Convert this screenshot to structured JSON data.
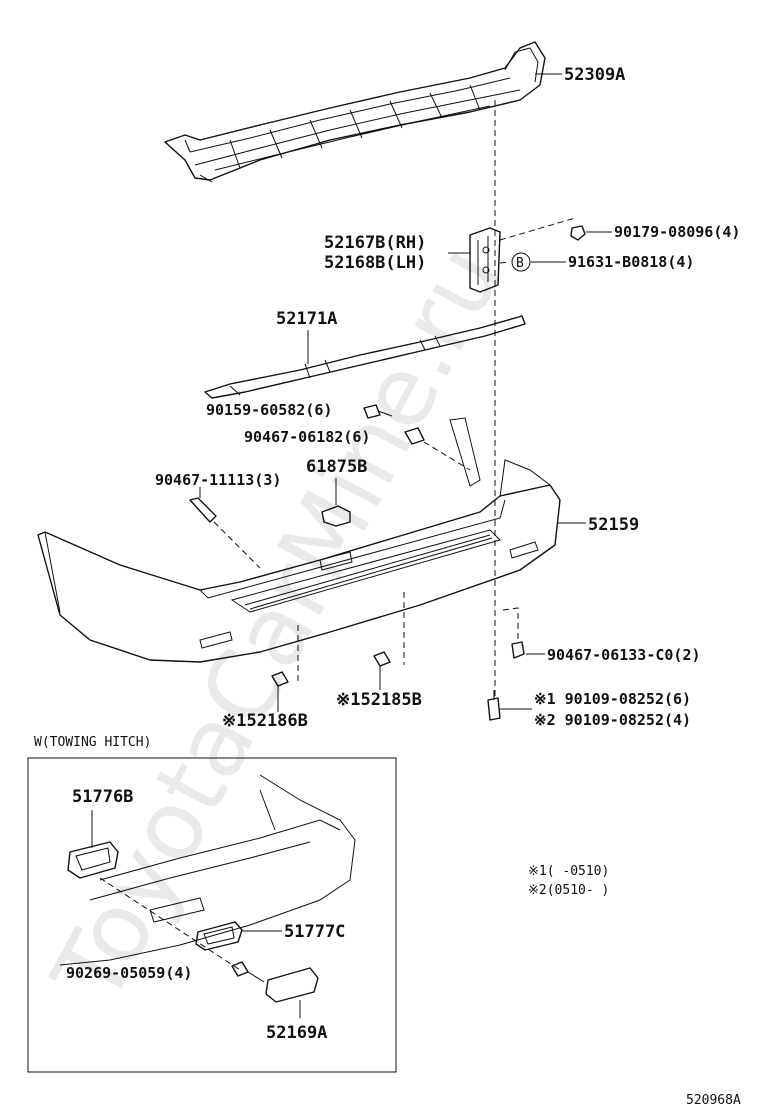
{
  "watermark": "ToyotaCarMine.ru",
  "labels": {
    "p52309A": "52309A",
    "p52167B": "52167B(RH)",
    "p52168B": "52168B(LH)",
    "p90179": "90179-08096(4)",
    "p91631": "91631-B0818(4)",
    "callout_b": "B",
    "p52171A": "52171A",
    "p90159": "90159-60582(6)",
    "p90467_06182": "90467-06182(6)",
    "p61875B": "61875B",
    "p90467_11113": "90467-11113(3)",
    "p52159": "52159",
    "p90467_06133": "90467-06133-C0(2)",
    "p52185B": "※152185B",
    "p52186B": "※152186B",
    "p90109_1": "※1 90109-08252(6)",
    "p90109_2": "※2 90109-08252(4)"
  },
  "inset": {
    "title": "W(TOWING HITCH)",
    "p51776B": "51776B",
    "p51777C": "51777C",
    "p90269": "90269-05059(4)",
    "p52169A": "52169A"
  },
  "notes": {
    "note1": "※1(    -0510)",
    "note2": "※2(0510-    )"
  },
  "figure_id": "520968A"
}
